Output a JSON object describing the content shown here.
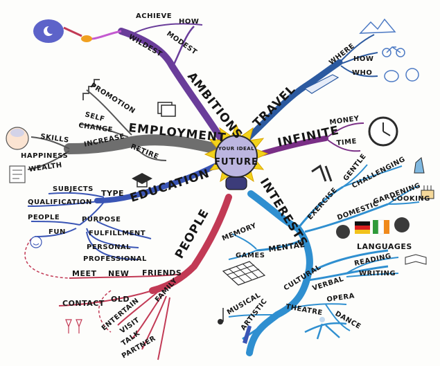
{
  "center": {
    "line1": "YOUR IDEAL",
    "line2": "FUTURE"
  },
  "branches": {
    "ambitions": {
      "title": "AMBITIONS",
      "sub": [
        "WILDEST",
        "MODEST",
        "ACHIEVE",
        "HOW"
      ]
    },
    "travel": {
      "title": "TRAVEL",
      "sub": [
        "WHERE",
        "HOW",
        "WHO"
      ]
    },
    "infinite": {
      "title": "INFINITE",
      "sub": [
        "MONEY",
        "TIME"
      ]
    },
    "employment": {
      "title": "EMPLOYMENT",
      "sub": [
        "PROMOTION",
        "SELF",
        "CHANGE",
        "INCREASE",
        "RETIRE",
        "SKILLS",
        "HAPPINESS",
        "WEALTH"
      ]
    },
    "education": {
      "title": "EDUCATION",
      "sub": [
        "TYPE",
        "SUBJECTS",
        "QUALIFICATION",
        "PURPOSE",
        "FULFILLMENT",
        "PERSONAL",
        "PROFESSIONAL",
        "PEOPLE",
        "FUN"
      ]
    },
    "people": {
      "title": "PEOPLE",
      "sub": [
        "FRIENDS",
        "MEET",
        "NEW",
        "FAMILY",
        "OLD",
        "CONTACT",
        "ENTERTAIN",
        "VISIT",
        "TALK",
        "PARTNER"
      ]
    },
    "interests": {
      "title": "INTERESTS",
      "sub": [
        "EXERCISE",
        "GENTLE",
        "CHALLENGING",
        "DOMESTIC",
        "GARDENING",
        "COOKING",
        "MENTAL",
        "GAMES",
        "MEMORY",
        "CULTURAL",
        "LANGUAGES",
        "VERBAL",
        "READING",
        "WRITING",
        "ARTISTIC",
        "MUSICAL",
        "THEATRE",
        "OPERA",
        "DANCE"
      ]
    }
  },
  "colors": {
    "ambitions": "#6a3d9a",
    "travel": "#2c5aa0",
    "infinite": "#7a2f86",
    "employment": "#6e6e6e",
    "education": "#3a55b5",
    "people": "#c23a55",
    "interests": "#2f8fd0",
    "sun": "#f2d21b",
    "globe": "#bcb6e0"
  }
}
